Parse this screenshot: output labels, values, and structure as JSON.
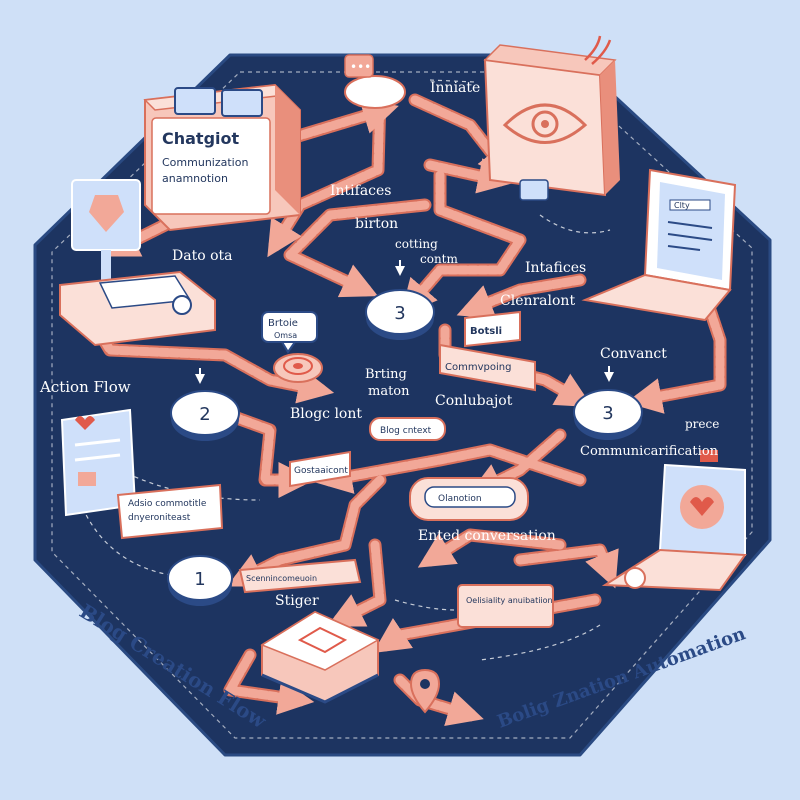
{
  "colors": {
    "background": "#cfe0f7",
    "board": "#1d3461",
    "path": "#f2a898",
    "path_edge": "#d9705c",
    "box": "#fbe0d8",
    "screen": "#cfe0fa",
    "white": "#ffffff"
  },
  "nodes": {
    "chatbot_title": "Chatgiot",
    "chatbot_subtitle_1": "Communization",
    "chatbot_subtitle_2": "anamnotion",
    "step_2": "2",
    "step_3a": "3",
    "step_3b": "3",
    "step_1": "1",
    "bubble_top": "Brtoie",
    "bubble_top_sub": "Omsa",
    "mid_card": "Botsli",
    "mid_card_long": "Commvpoing",
    "card_left": "Blog cntext",
    "card_left_wide": "Gostaaicont",
    "card_center": "Olanotion",
    "card_low": "Oelisiality anuibatiion",
    "laptop_badge": "Clty",
    "note_left_1": "Adsio commotitle",
    "note_left_2": "dnyeroniteast",
    "card_stigr": "Scennincomeuoin"
  },
  "labels": {
    "initiate": "Inniate",
    "intifaces_top": "Intifaces",
    "birton": "birton",
    "cotting": "cotting",
    "contm": "contm",
    "intaflices": "Intafices",
    "data_ota": "Dato ota",
    "clenralont": "Clenralont",
    "action_flow": "Action Flow",
    "brting": "Brting",
    "maton": "maton",
    "blogc_lont": "Blogc lont",
    "conlubajot": "Conlubajot",
    "convanct": "Convanct",
    "prece": "prece",
    "communication": "Communicarification",
    "ented": "Ented conversation",
    "stiger": "Stiger",
    "blog_creation": "Blog Creation Flow",
    "bolig_automation": "Bolig Znation Automation"
  },
  "icons": [
    "chat-window-icon",
    "eye-icon",
    "monitor-icon",
    "laptop-icon",
    "heart-card-icon",
    "heart-laptop-icon",
    "location-pin-icon",
    "target-icon",
    "server-box-icon"
  ]
}
